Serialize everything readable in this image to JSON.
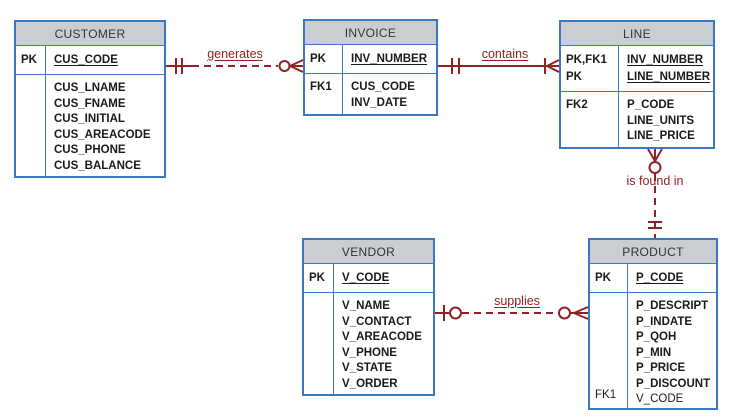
{
  "colors": {
    "table_border": "#3c78bf",
    "header_fill": "#c9ced3",
    "relationship": "#8e2224",
    "field_text": "#1a1a1a"
  },
  "entities": [
    {
      "title": "CUSTOMER",
      "sections": [
        {
          "keys": [
            "PK"
          ],
          "fields": [
            {
              "text": "CUS_CODE",
              "underline": true,
              "bold": true
            }
          ]
        },
        {
          "keys": [],
          "fields": [
            {
              "text": "CUS_LNAME",
              "bold": true
            },
            {
              "text": "CUS_FNAME",
              "bold": true
            },
            {
              "text": "CUS_INITIAL",
              "bold": true
            },
            {
              "text": "CUS_AREACODE",
              "bold": true
            },
            {
              "text": "CUS_PHONE",
              "bold": true
            },
            {
              "text": "CUS_BALANCE",
              "bold": true
            }
          ]
        }
      ]
    },
    {
      "title": "INVOICE",
      "sections": [
        {
          "keys": [
            "PK"
          ],
          "fields": [
            {
              "text": "INV_NUMBER",
              "underline": true,
              "bold": true
            }
          ]
        },
        {
          "keys": [
            "FK1"
          ],
          "fields": [
            {
              "text": "CUS_CODE",
              "bold": true
            },
            {
              "text": "INV_DATE",
              "bold": true
            }
          ]
        }
      ]
    },
    {
      "title": "LINE",
      "sections": [
        {
          "keys": [
            "PK,FK1",
            "PK"
          ],
          "fields": [
            {
              "text": "INV_NUMBER",
              "underline": true,
              "bold": true
            },
            {
              "text": "LINE_NUMBER",
              "underline": true,
              "bold": true
            }
          ]
        },
        {
          "keys": [
            "FK2"
          ],
          "fields": [
            {
              "text": "P_CODE",
              "bold": true
            },
            {
              "text": "LINE_UNITS",
              "bold": true
            },
            {
              "text": "LINE_PRICE",
              "bold": true
            }
          ]
        }
      ]
    },
    {
      "title": "VENDOR",
      "sections": [
        {
          "keys": [
            "PK"
          ],
          "fields": [
            {
              "text": "V_CODE",
              "underline": true,
              "bold": true
            }
          ]
        },
        {
          "keys": [],
          "fields": [
            {
              "text": "V_NAME",
              "bold": true
            },
            {
              "text": "V_CONTACT",
              "bold": true
            },
            {
              "text": "V_AREACODE",
              "bold": true
            },
            {
              "text": "V_PHONE",
              "bold": true
            },
            {
              "text": "V_STATE",
              "bold": true
            },
            {
              "text": "V_ORDER",
              "bold": true
            }
          ]
        }
      ]
    },
    {
      "title": "PRODUCT",
      "sections": [
        {
          "keys": [
            "PK"
          ],
          "fields": [
            {
              "text": "P_CODE",
              "underline": true,
              "bold": true
            }
          ]
        },
        {
          "keys": [
            "FK1"
          ],
          "keys_align": "bottom",
          "keys_bold": false,
          "fields": [
            {
              "text": "P_DESCRIPT",
              "bold": true
            },
            {
              "text": "P_INDATE",
              "bold": true
            },
            {
              "text": "P_QOH",
              "bold": true
            },
            {
              "text": "P_MIN",
              "bold": true
            },
            {
              "text": "P_PRICE",
              "bold": true
            },
            {
              "text": "P_DISCOUNT",
              "bold": true
            },
            {
              "text": "V_CODE",
              "bold": false
            }
          ]
        }
      ]
    }
  ],
  "relationships": [
    {
      "label": "generates",
      "from": "CUSTOMER",
      "to": "INVOICE",
      "from_cardinality": "one and only one",
      "to_cardinality": "zero or many",
      "line": "dashed",
      "label_underlined": true
    },
    {
      "label": "contains",
      "from": "INVOICE",
      "to": "LINE",
      "from_cardinality": "one and only one",
      "to_cardinality": "one or many",
      "line": "solid",
      "label_underlined": true
    },
    {
      "label": "is found in",
      "from": "PRODUCT",
      "to": "LINE",
      "from_cardinality": "one and only one",
      "to_cardinality": "zero or many",
      "line": "dashed",
      "label_underlined": false
    },
    {
      "label": "supplies",
      "from": "VENDOR",
      "to": "PRODUCT",
      "from_cardinality": "zero or one",
      "to_cardinality": "zero or many",
      "line": "dashed",
      "label_underlined": true
    }
  ]
}
